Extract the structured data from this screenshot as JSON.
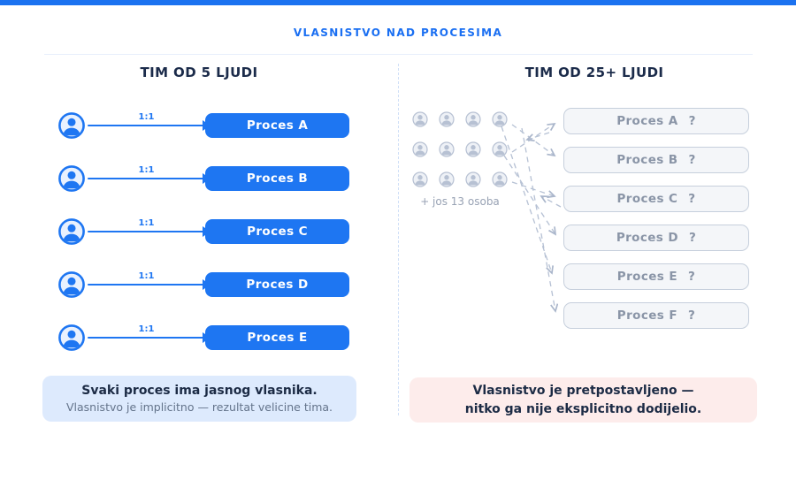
{
  "meta": {
    "accent_blue": "#1e76f2",
    "title_blue": "#1a6ff2",
    "navy_text": "#1b2b4a",
    "muted_text": "#64748b",
    "gray_icon": "#b7c1d3",
    "gray_box_text": "#8a95a7",
    "caption_left_bg": "#ddeafd",
    "caption_right_bg": "#fdeceb"
  },
  "header": {
    "title": "VLASNISTVO NAD PROCESIMA"
  },
  "left": {
    "heading": "TIM OD 5 LJUDI",
    "rows": [
      {
        "ratio": "1:1",
        "process": "Proces A"
      },
      {
        "ratio": "1:1",
        "process": "Proces B"
      },
      {
        "ratio": "1:1",
        "process": "Proces C"
      },
      {
        "ratio": "1:1",
        "process": "Proces D"
      },
      {
        "ratio": "1:1",
        "process": "Proces E"
      }
    ],
    "caption_title": "Svaki proces ima jasnog vlasnika.",
    "caption_sub": "Vlasnistvo je implicitno — rezultat velicine tima."
  },
  "right": {
    "heading": "TIM OD 25+ LJUDI",
    "visible_person_count": 12,
    "people_note": "+ jos 13 osoba",
    "boxes": [
      {
        "label": "Proces A",
        "mark": "?"
      },
      {
        "label": "Proces B",
        "mark": "?"
      },
      {
        "label": "Proces C",
        "mark": "?"
      },
      {
        "label": "Proces D",
        "mark": "?"
      },
      {
        "label": "Proces E",
        "mark": "?"
      },
      {
        "label": "Proces F",
        "mark": "?"
      }
    ],
    "caption_line1": "Vlasnistvo je pretpostavljeno —",
    "caption_line2": "nitko ga nije eksplicitno dodijelio."
  }
}
